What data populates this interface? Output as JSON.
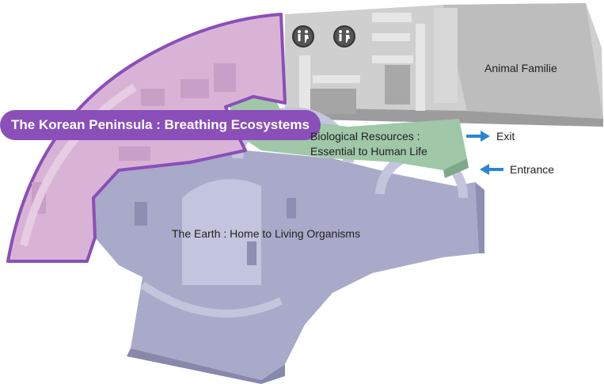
{
  "zones": {
    "korean_peninsula": "The Korean Peninsula : Breathing Ecosystems",
    "animal_family": "Animal Familie",
    "biological_resources_line1": "Biological Resources :",
    "biological_resources_line2": "Essential to Human Life",
    "earth": "The Earth : Home to Living Organisms"
  },
  "navigation": {
    "exit": "Exit",
    "entrance": "Entrance"
  },
  "icons": [
    "restroom-icon",
    "restroom-icon"
  ],
  "colors": {
    "korean_peninsula_zone": "#d9b3d6",
    "korean_peninsula_outline": "#8a4fb8",
    "earth_zone": "#a9aac9",
    "biological_zone": "#9fc7a8",
    "animal_zone": "#c8c8c8",
    "arrow": "#2a86d1"
  }
}
